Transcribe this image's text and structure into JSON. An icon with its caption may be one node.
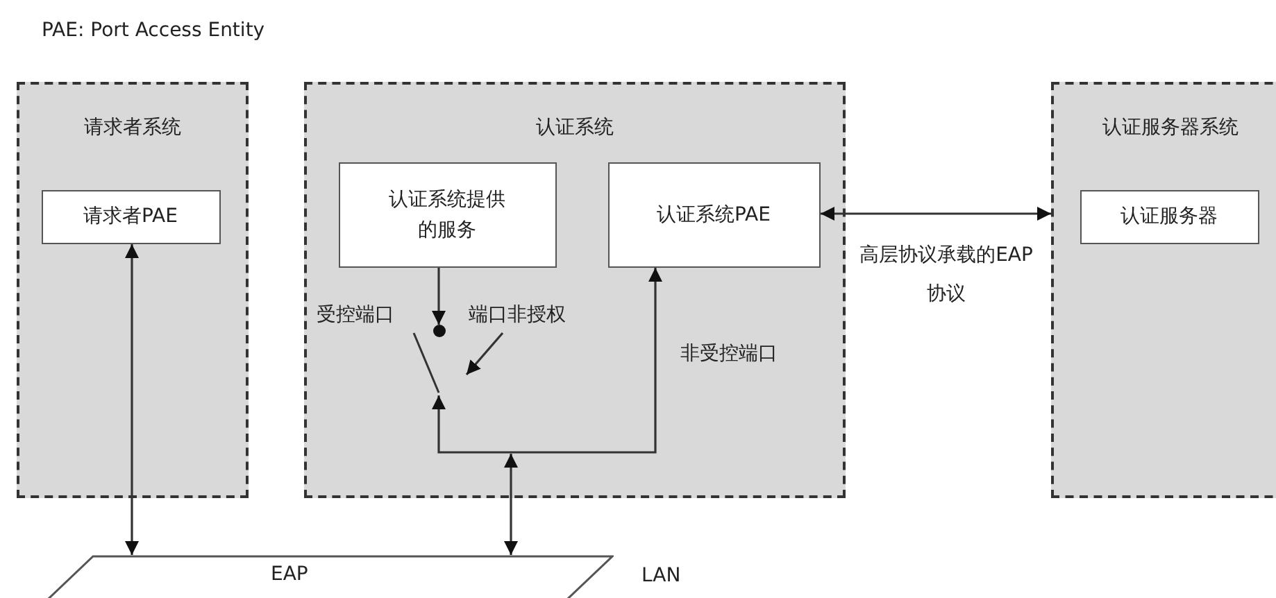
{
  "diagram": {
    "nodes": [
      {
        "text": [
          "请求者系统"
        ]
      },
      {
        "text": [
          "请求者PAE"
        ],
        "in": 0
      },
      {
        "text": [
          "认证系统"
        ]
      },
      {
        "text": [
          "认证系统提供的服务"
        ],
        "in": 2
      },
      {
        "text": [
          "认证系统PAE"
        ],
        "in": 2
      },
      {
        "text": [],
        "shape": "circle",
        "in": 2
      },
      {
        "text": [
          "端口非授权"
        ],
        "in": 2
      },
      {
        "text": [],
        "shape": "switch",
        "in": 2
      },
      {
        "text": [
          "认证服务器系统"
        ]
      },
      {
        "text": [
          "认证服务器"
        ],
        "in": 8
      },
      {
        "text": [
          "EAP"
        ],
        "beside": [
          "LAN"
        ]
      }
    ],
    "edges": [
      {
        "from": 1,
        "to": 10,
        "arrow": "both"
      },
      {
        "from": 4,
        "to": 8,
        "arrow": "both",
        "label": "高层协议承载的EAP协议"
      },
      {
        "from": 3,
        "to": 5,
        "arrow": "to"
      },
      {
        "from": 10,
        "to": 4,
        "arrow": "both"
      },
      {
        "from": 10,
        "to": 7,
        "arrow": "both"
      },
      {
        "from": 6,
        "to": 7,
        "arrow": "to"
      }
    ],
    "labels": [
      "PAE: Port Access Entity",
      "受控端口",
      "非受控端口"
    ]
  }
}
